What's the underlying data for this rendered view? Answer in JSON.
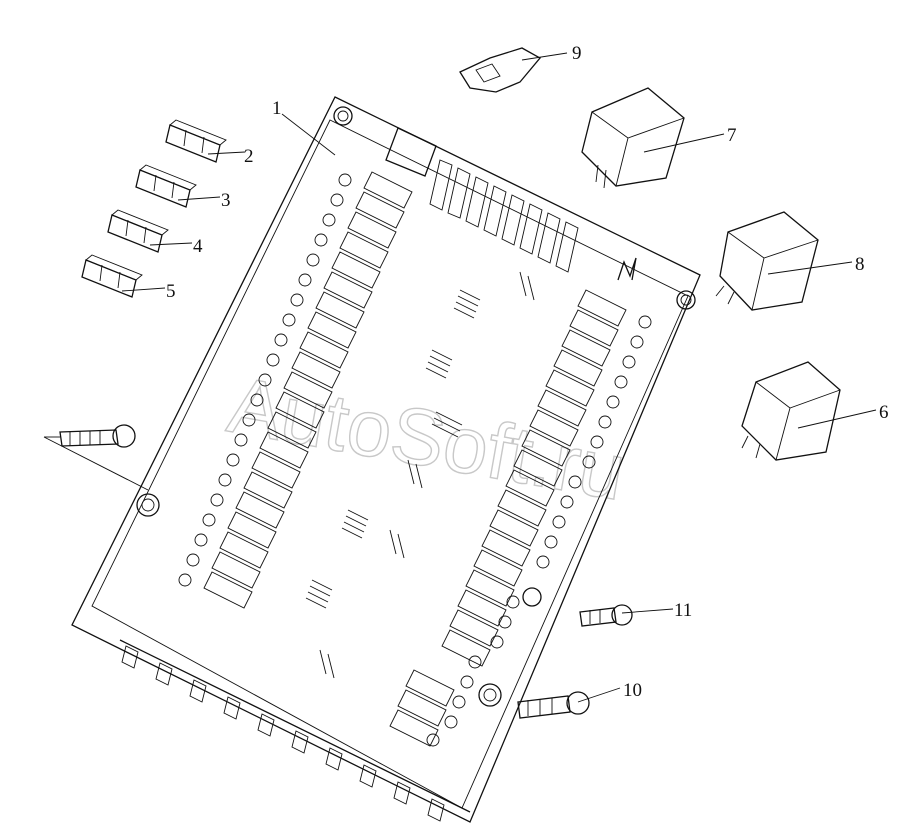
{
  "callouts": [
    {
      "id": "callout-1",
      "label": "1"
    },
    {
      "id": "callout-2",
      "label": "2"
    },
    {
      "id": "callout-3",
      "label": "3"
    },
    {
      "id": "callout-4",
      "label": "4"
    },
    {
      "id": "callout-5",
      "label": "5"
    },
    {
      "id": "callout-6",
      "label": "6"
    },
    {
      "id": "callout-7",
      "label": "7"
    },
    {
      "id": "callout-8",
      "label": "8"
    },
    {
      "id": "callout-9",
      "label": "9"
    },
    {
      "id": "callout-10",
      "label": "10"
    },
    {
      "id": "callout-11",
      "label": "11"
    }
  ],
  "watermark": "AutoSoft.ru"
}
